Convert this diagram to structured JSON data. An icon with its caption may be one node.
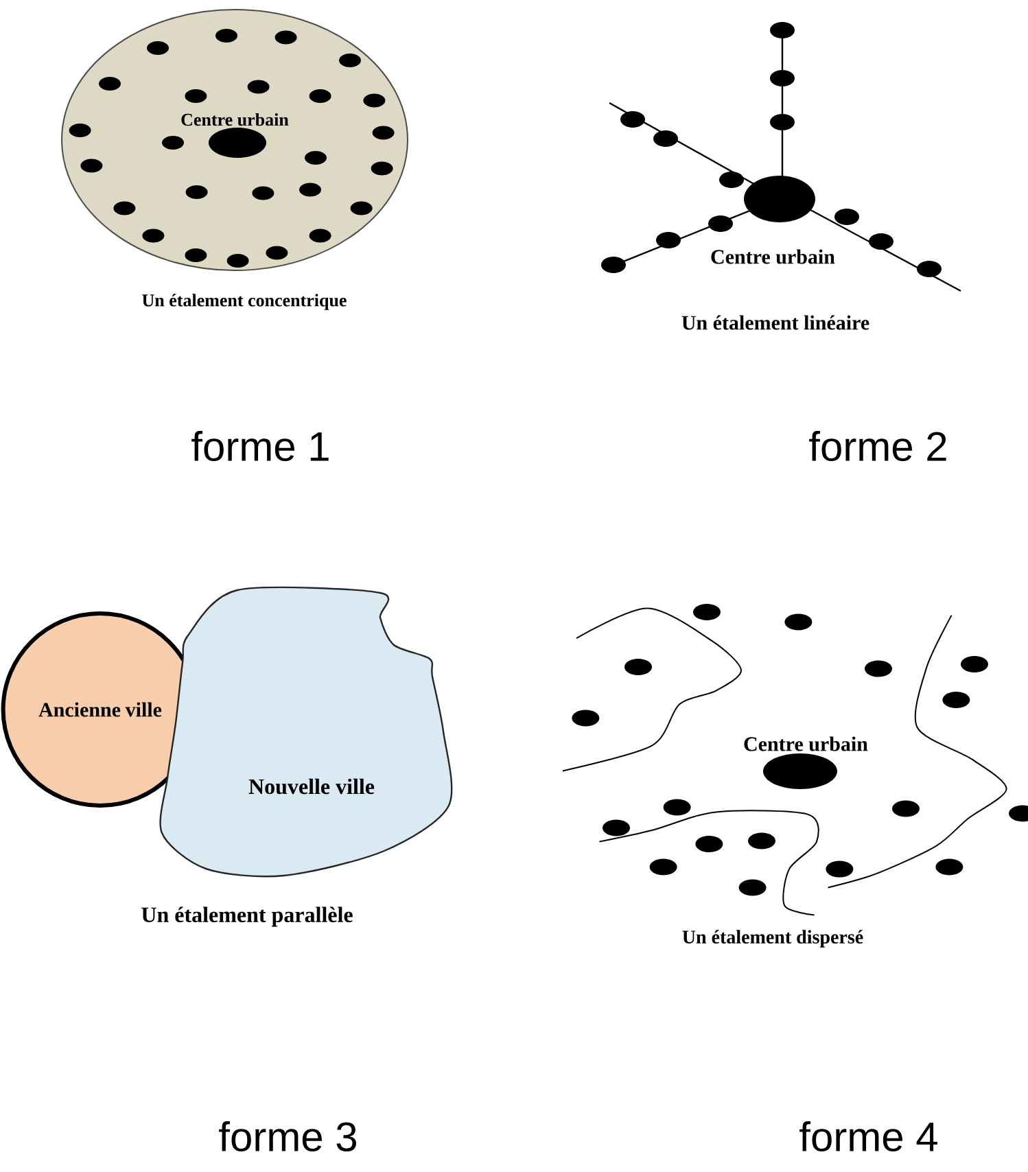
{
  "diagram": {
    "nodes": [
      {
        "text": [
          "Centre urbain"
        ]
      },
      {
        "text": [
          "Ancienne ville"
        ]
      },
      {
        "text": [
          "Nouvelle ville"
        ]
      }
    ],
    "labels": [
      "Centre urbain",
      "Un étalement concentrique",
      "Un étalement linéaire",
      "forme 1",
      "forme 2",
      "Un étalement parallèle",
      "Centre urbain",
      "Un étalement dispersé",
      "forme 3",
      "forme 4"
    ]
  }
}
